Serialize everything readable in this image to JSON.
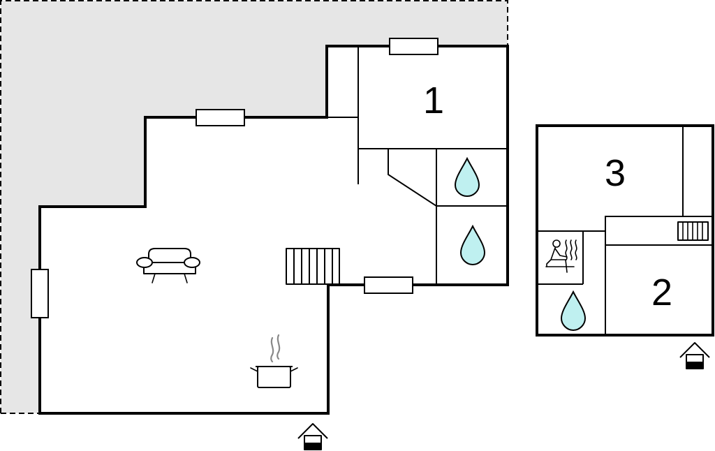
{
  "colors": {
    "wall": "#000000",
    "terrace": "#e6e6e6",
    "water": "#bff0f0",
    "background": "#ffffff",
    "steam": "#888888"
  },
  "rooms": [
    {
      "id": "room-1",
      "label": "1"
    },
    {
      "id": "room-2",
      "label": "2"
    },
    {
      "id": "room-3",
      "label": "3"
    }
  ],
  "icons": {
    "sofa": "sofa-icon",
    "kitchen": "cooking-pot-icon",
    "bathroom": "water-drop-icon",
    "sauna": "sauna-icon",
    "radiator": "radiator-icon",
    "staircase": "staircase-icon",
    "entrance": "entrance-icon"
  }
}
